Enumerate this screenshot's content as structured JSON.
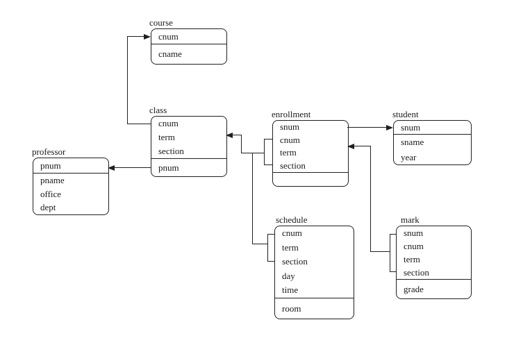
{
  "diagram": {
    "type": "database-schema-diagram",
    "colors": {
      "background": "#ffffff",
      "line": "#1f1f1f",
      "text": "#1a1a1a"
    },
    "tables": [
      {
        "name": "course",
        "key_attributes": [
          "cnum"
        ],
        "attributes": [
          "cname"
        ]
      },
      {
        "name": "class",
        "key_attributes": [
          "cnum",
          "term",
          "section"
        ],
        "attributes": [
          "pnum"
        ]
      },
      {
        "name": "professor",
        "key_attributes": [
          "pnum"
        ],
        "attributes": [
          "pname",
          "office",
          "dept"
        ]
      },
      {
        "name": "enrollment",
        "key_attributes": [
          "snum",
          "cnum",
          "term",
          "section"
        ],
        "attributes": []
      },
      {
        "name": "student",
        "key_attributes": [
          "snum"
        ],
        "attributes": [
          "sname",
          "year"
        ]
      },
      {
        "name": "schedule",
        "key_attributes": [
          "cnum",
          "term",
          "section",
          "day",
          "time"
        ],
        "attributes": [
          "room"
        ]
      },
      {
        "name": "mark",
        "key_attributes": [
          "snum",
          "cnum",
          "term",
          "section"
        ],
        "attributes": [
          "grade"
        ]
      }
    ],
    "relationships": [
      {
        "id": "class-to-course",
        "from": "class",
        "foreign_key": [
          "cnum"
        ],
        "to": "course"
      },
      {
        "id": "class-to-professor",
        "from": "class",
        "foreign_key": [
          "pnum"
        ],
        "to": "professor"
      },
      {
        "id": "enrollment-to-class",
        "from": "enrollment",
        "foreign_key": [
          "cnum",
          "term",
          "section"
        ],
        "to": "class"
      },
      {
        "id": "schedule-to-class",
        "from": "schedule",
        "foreign_key": [
          "cnum",
          "term",
          "section"
        ],
        "to": "class"
      },
      {
        "id": "enrollment-to-student",
        "from": "enrollment",
        "foreign_key": [
          "snum"
        ],
        "to": "student"
      },
      {
        "id": "mark-to-enrollment",
        "from": "mark",
        "foreign_key": [
          "snum",
          "cnum",
          "term",
          "section"
        ],
        "to": "enrollment"
      }
    ]
  }
}
